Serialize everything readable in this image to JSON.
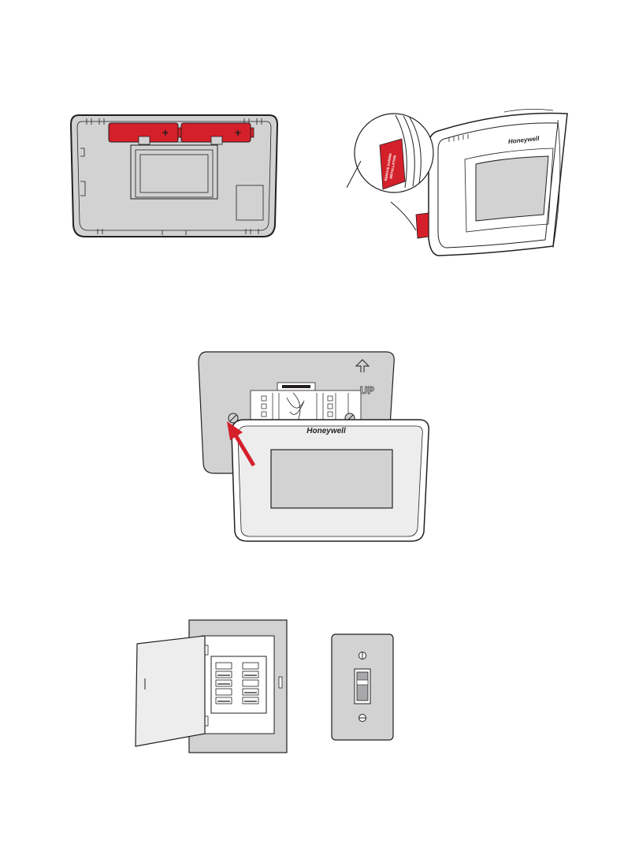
{
  "figure_battery": {
    "plus_left": "+",
    "plus_right": "+"
  },
  "figure_tab": {
    "brand": "Honeywell",
    "tag_line1": "REMOVE DURING",
    "tag_line2": "INSTALLATION"
  },
  "figure_mount": {
    "brand": "Honeywell",
    "up_label": "UP"
  },
  "colors": {
    "battery_red": "#d4202a",
    "arrow_red": "#d4202a",
    "panel_gray": "#d2d2d3",
    "outline": "#231f20"
  }
}
